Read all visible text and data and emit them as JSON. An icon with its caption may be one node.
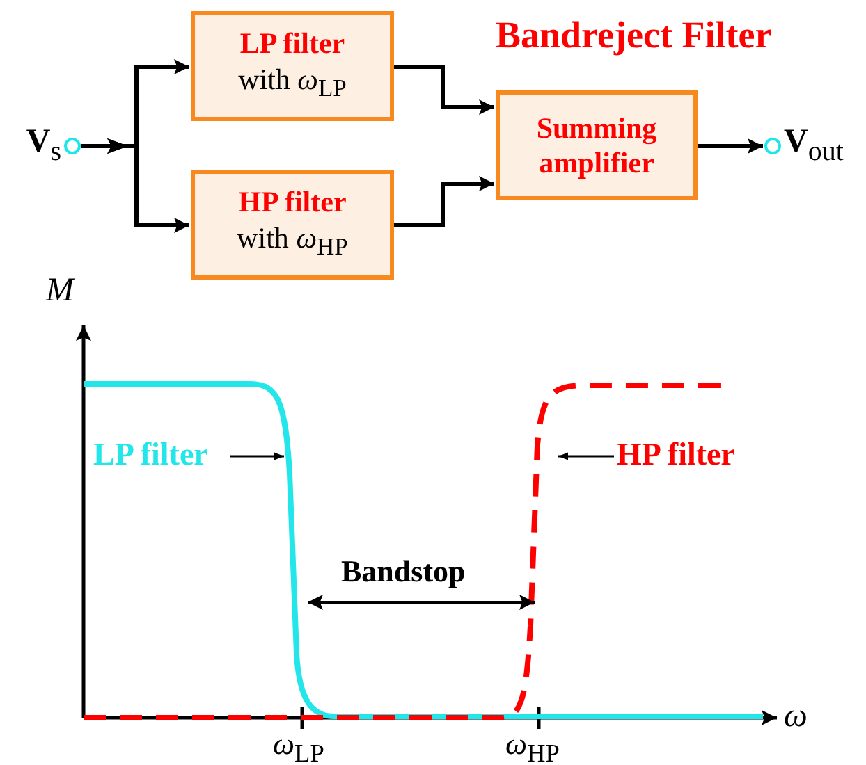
{
  "diagram": {
    "title": "Bandreject Filter",
    "nodes": [
      {
        "text": [
          "**V**$_{s}$"
        ]
      },
      {
        "text": [
          "LP filter",
          "with *ω*$_{LP}$"
        ]
      },
      {
        "text": [
          "HP filter",
          "with *ω*$_{HP}$"
        ]
      },
      {
        "text": [
          "Summing amplifier"
        ]
      },
      {
        "text": [
          "**V**$_{out}$"
        ]
      },
      {
        "text": [
          "LP filter"
        ]
      },
      {
        "text": [
          "HP filter"
        ]
      }
    ],
    "edges": [
      {
        "from": 0,
        "to": 1,
        "arrow": "to"
      },
      {
        "from": 0,
        "to": 2,
        "arrow": "to"
      },
      {
        "from": 1,
        "to": 3,
        "arrow": "to"
      },
      {
        "from": 2,
        "to": 3,
        "arrow": "to"
      },
      {
        "from": 3,
        "to": 4,
        "arrow": "to"
      },
      {
        "from": 5,
        "to": null,
        "arrow": "to"
      },
      {
        "from": 6,
        "to": null,
        "arrow": "to"
      }
    ],
    "labels": [
      "M",
      "Bandstop",
      "ω",
      "*ω*$_{LP}$",
      "*ω*$_{HP}$"
    ]
  }
}
